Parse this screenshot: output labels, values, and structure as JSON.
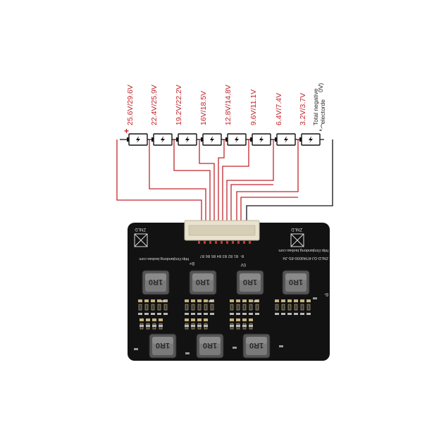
{
  "voltage_labels": [
    {
      "id": "v8",
      "text": "25.6V/29.6V"
    },
    {
      "id": "v7",
      "text": "22.4V/25.9V"
    },
    {
      "id": "v6",
      "text": "19.2V/22.2V"
    },
    {
      "id": "v5",
      "text": "16V/18.5V"
    },
    {
      "id": "v4",
      "text": "12.8V/14.8V"
    },
    {
      "id": "v3",
      "text": "9.6V/11.1V"
    },
    {
      "id": "v2",
      "text": "6.4V/7.4V"
    },
    {
      "id": "v1",
      "text": "3.2V/3.7V"
    }
  ],
  "negative_label": {
    "line1": "Total negative",
    "line2": "electorde",
    "paren_open": "(",
    "paren_value": "0V)"
  },
  "polarity": {
    "plus": "+",
    "minus": "-"
  },
  "board": {
    "url_text_left": "http://znjiandong.taobao.com",
    "url_text_right": "http://znjiandong.taobao.com",
    "model_text": "ZNLD-DJ-RTA9000-8S-JH",
    "brand_mark": "ZNLD",
    "b_plus": "B+",
    "zero_v": "0V",
    "b_minus": "B-",
    "pin_labels": [
      "B7",
      "B6",
      "B5",
      "B4",
      "B3",
      "B2",
      "B1",
      "B-"
    ],
    "inductor_marking": "1R0"
  },
  "colors": {
    "wire": "#c0272d",
    "board": "#121212",
    "connector": "#e8e2cf",
    "silkscreen": "#d9d9d9"
  }
}
